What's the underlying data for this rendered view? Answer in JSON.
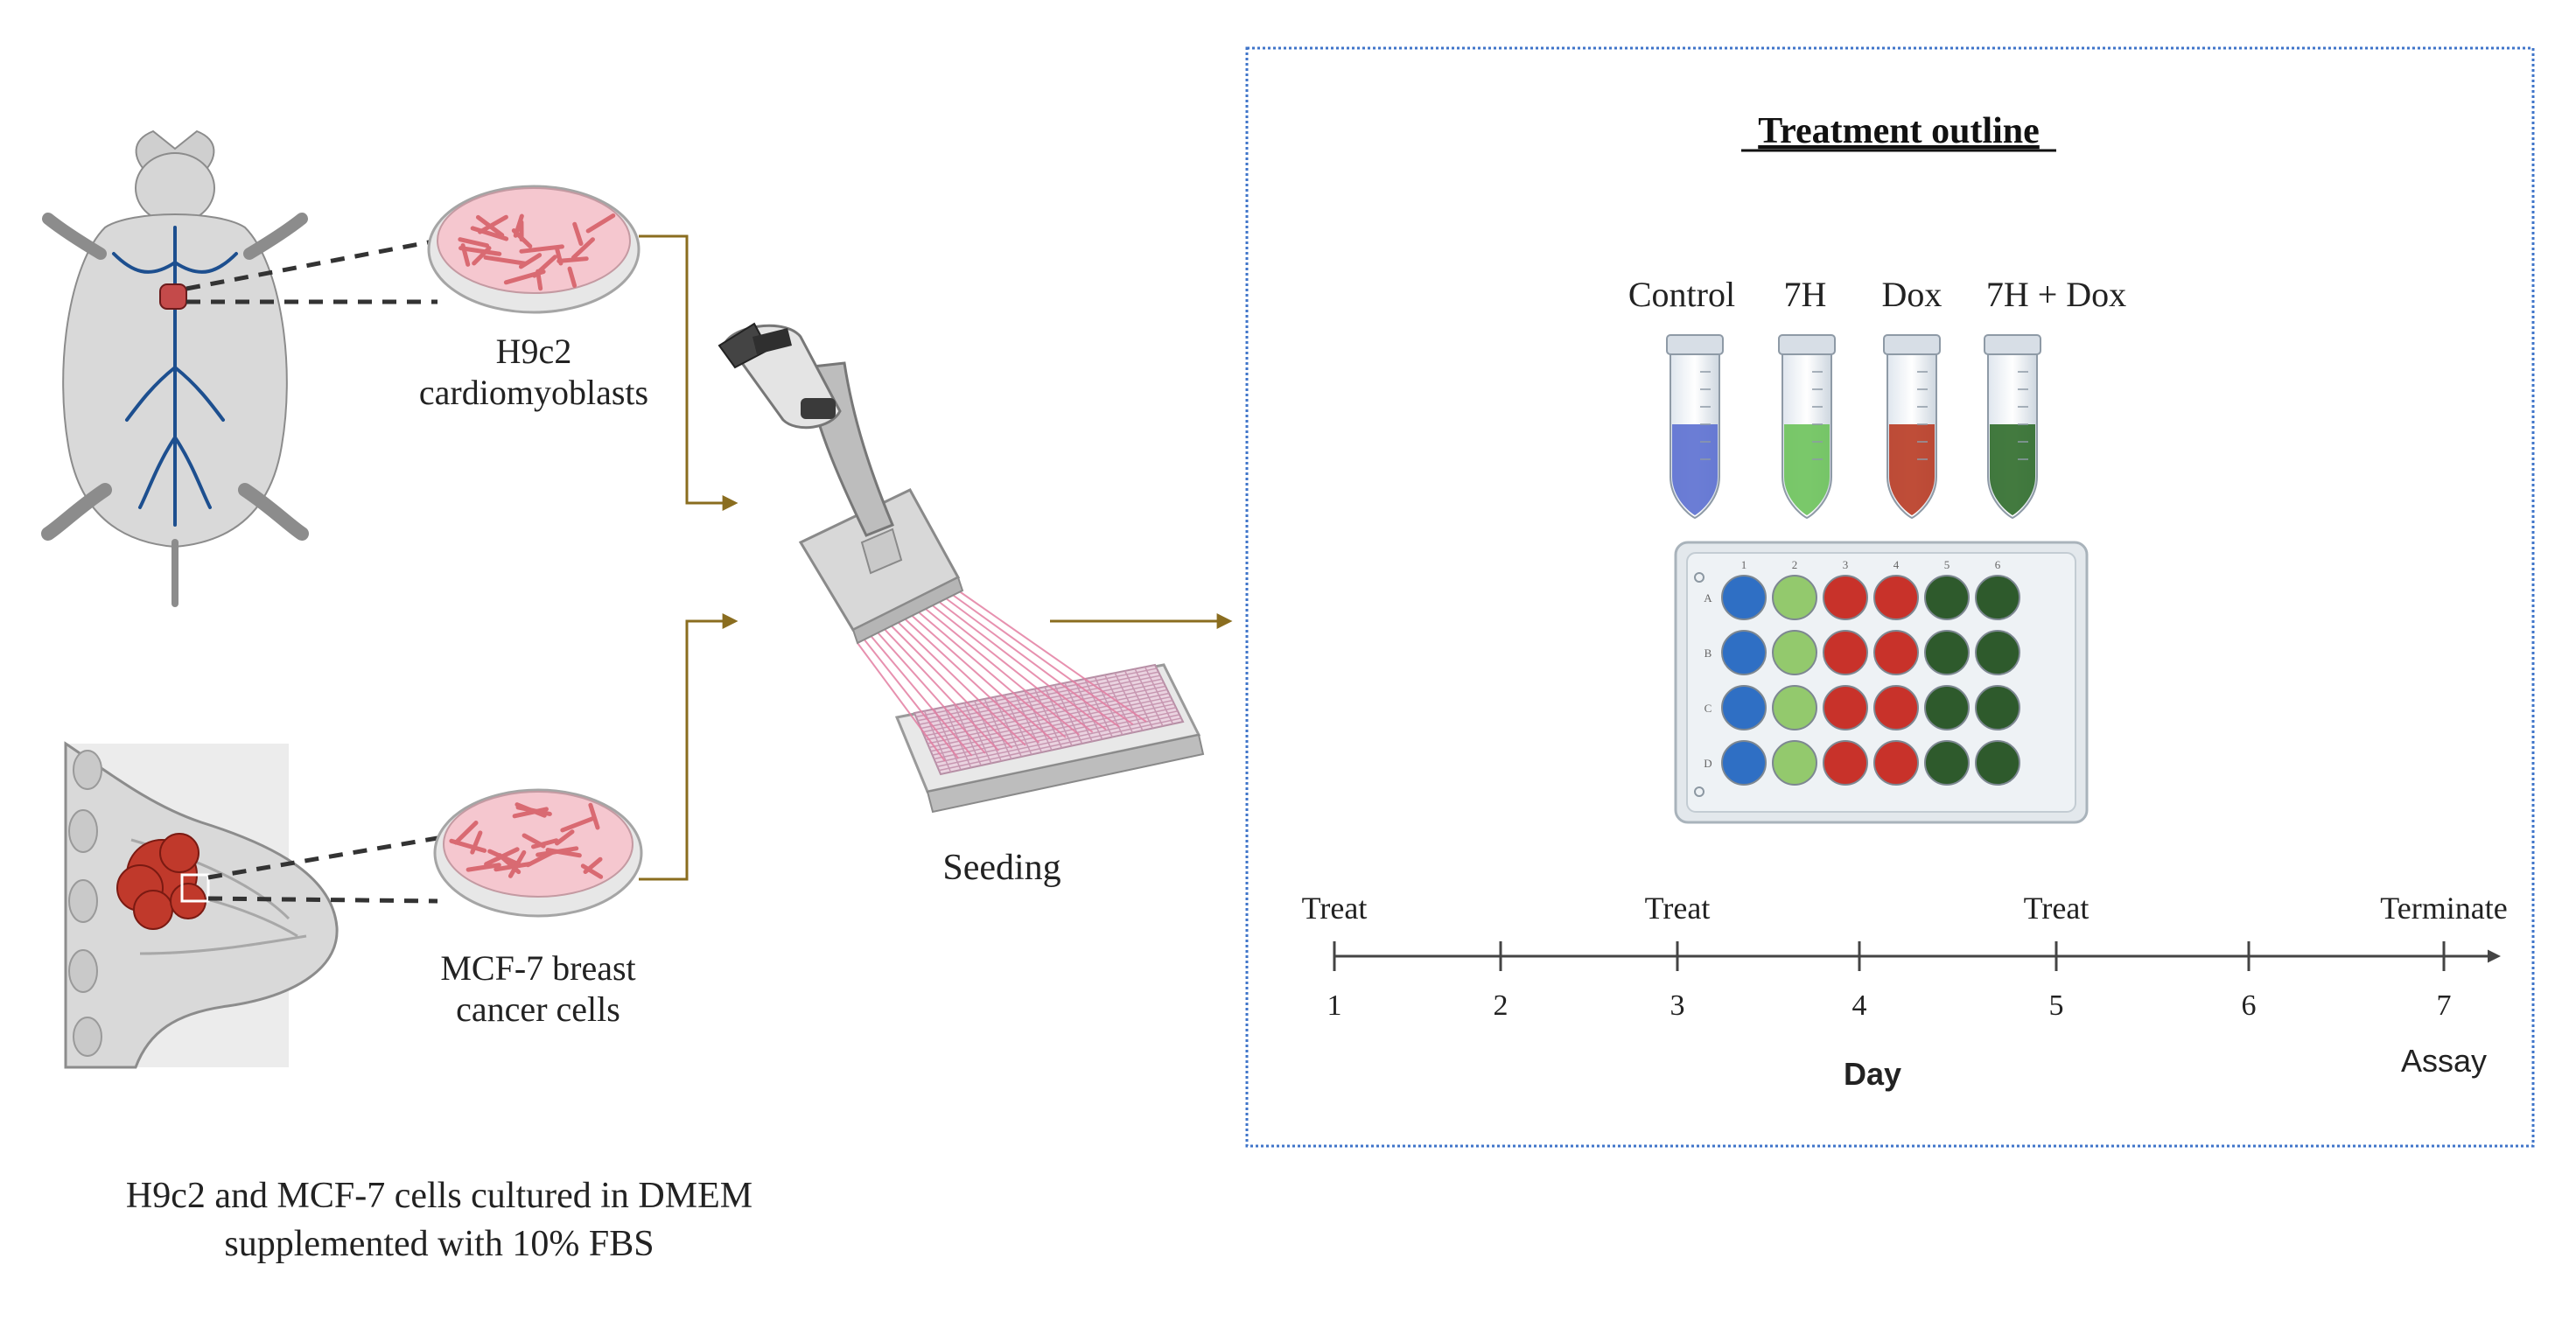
{
  "labels": {
    "h9c2_cells": [
      "H9c2",
      "cardiomyoblasts"
    ],
    "mcf7_cells": [
      "MCF-7 breast",
      "cancer cells"
    ],
    "seeding": "Seeding",
    "caption": [
      "H9c2 and MCF-7  cells cultured  in DMEM",
      "supplemented with 10% FBS"
    ]
  },
  "treatment_panel": {
    "title": "Treatment outline",
    "groups": [
      {
        "name": "Control",
        "color": "#5b6fd0"
      },
      {
        "name": "7H",
        "color": "#6cc25a"
      },
      {
        "name": "Dox",
        "color": "#b83a22"
      },
      {
        "name": "7H + Dox",
        "color": "#2f6b2a"
      }
    ],
    "plate": {
      "columns": [
        "1",
        "2",
        "3",
        "4",
        "5",
        "6"
      ],
      "rows": [
        "A",
        "B",
        "C",
        "D"
      ],
      "column_colors": [
        "#2f6fc4",
        "#93c96d",
        "#c8322a",
        "#c8322a",
        "#2e5a2c",
        "#2e5a2c"
      ]
    },
    "timeline": {
      "days": [
        "1",
        "2",
        "3",
        "4",
        "5",
        "6",
        "7"
      ],
      "events": [
        {
          "day": "1",
          "label": "Treat"
        },
        {
          "day": "3",
          "label": "Treat"
        },
        {
          "day": "5",
          "label": "Treat"
        },
        {
          "day": "7",
          "label": "Terminate"
        }
      ],
      "below_label_day7": "Assay",
      "axis_label": "Day"
    }
  },
  "colors": {
    "arrow": "#8a6d1f",
    "panel_border": "#3f74c9",
    "vessel": "#1d4f8f",
    "dish_fill": "#f5c7cf",
    "cells": "#d96a72",
    "tumor": "#c0392b"
  }
}
